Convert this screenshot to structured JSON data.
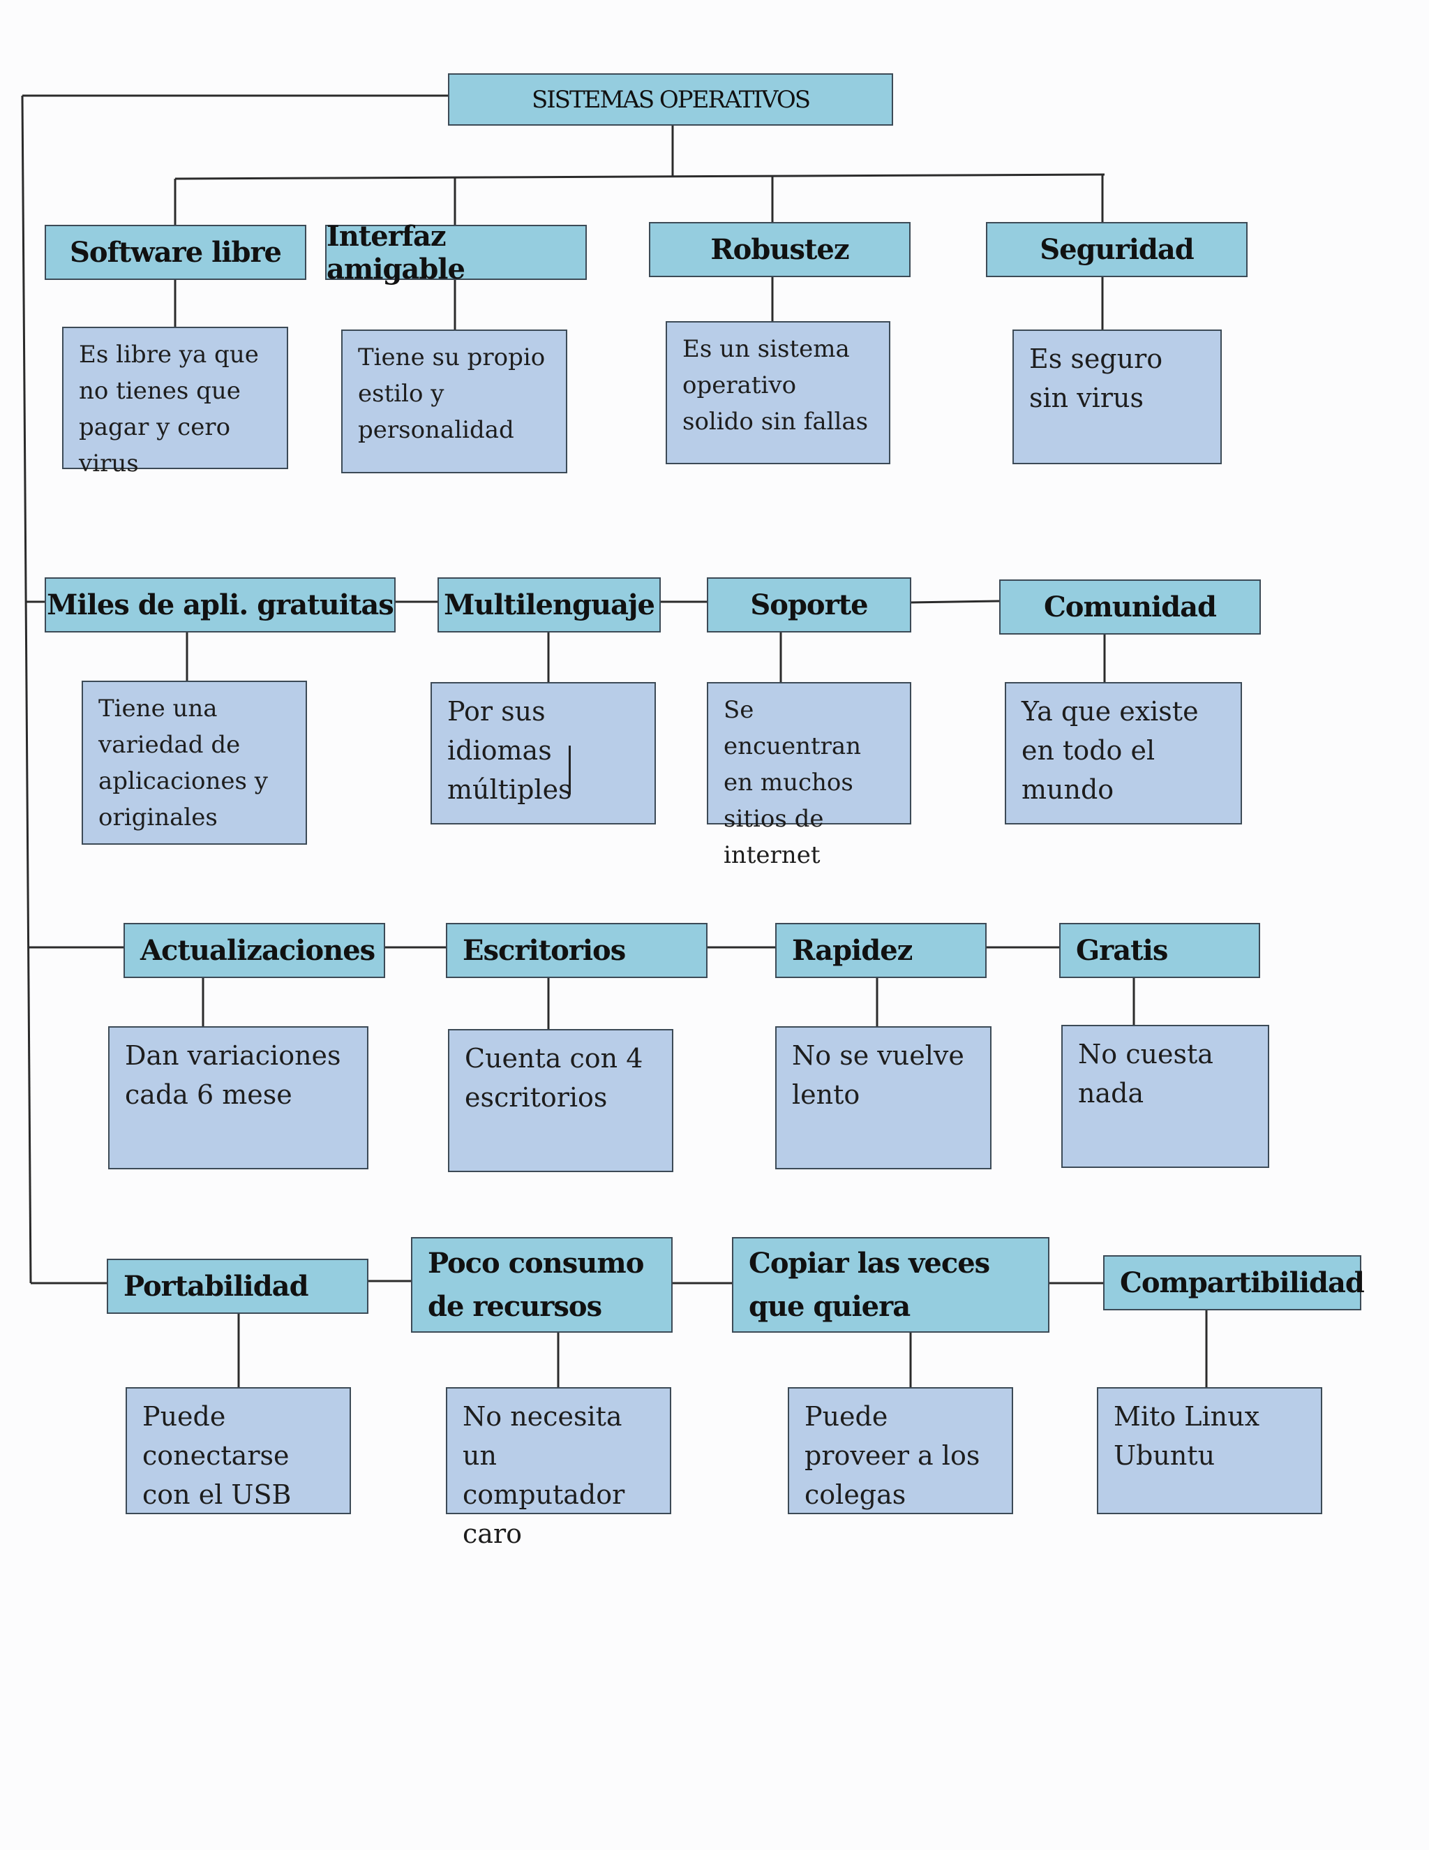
{
  "root": {
    "label": "SISTEMAS OPERATIVOS"
  },
  "nodes": [
    {
      "title": "Software libre",
      "desc": "Es libre ya que no tienes que pagar y cero virus"
    },
    {
      "title": "Interfaz  amigable",
      "desc": "Tiene su propio estilo y personalidad"
    },
    {
      "title": "Robustez",
      "desc": "Es un sistema operativo solido sin fallas"
    },
    {
      "title": "Seguridad",
      "desc": "Es seguro sin virus"
    },
    {
      "title": "Miles de apli. gratuitas",
      "desc": "Tiene una variedad de aplicaciones y originales"
    },
    {
      "title": "Multilenguaje",
      "desc": "Por sus idiomas múltiples"
    },
    {
      "title": "Soporte",
      "desc": "Se encuentran en muchos sitios de internet"
    },
    {
      "title": "Comunidad",
      "desc": "Ya que existe en todo el mundo"
    },
    {
      "title": "Actualizaciones",
      "desc": "Dan variaciones cada 6 mese"
    },
    {
      "title": "Escritorios",
      "desc": "Cuenta con 4 escritorios"
    },
    {
      "title": "Rapidez",
      "desc": "No se vuelve lento"
    },
    {
      "title": "Gratis",
      "desc": "No cuesta nada"
    },
    {
      "title": "Portabilidad",
      "desc": "Puede conectarse con el USB"
    },
    {
      "title": "Poco consumo de recursos",
      "desc": "No necesita un computador caro"
    },
    {
      "title": "Copiar las veces que quiera",
      "desc": "Puede proveer a los colegas"
    },
    {
      "title": "Compartibilidad",
      "desc": "Mito Linux Ubuntu"
    }
  ]
}
